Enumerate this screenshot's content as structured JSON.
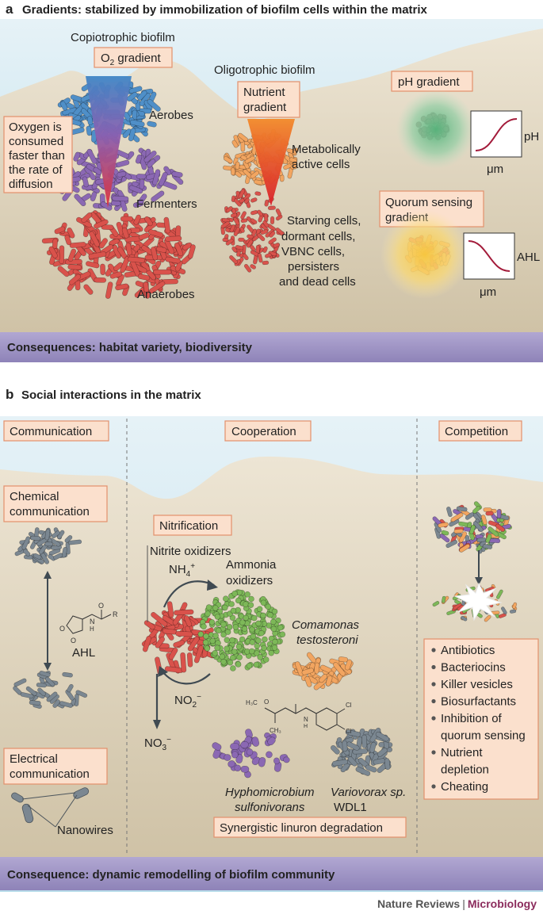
{
  "panel_a": {
    "letter": "a",
    "title": "Gradients: stabilized by immobilization of biofilm cells within the matrix",
    "copiotrophic": "Copiotrophic biofilm",
    "o2_gradient": {
      "main": "O",
      "sub": "2",
      "rest": " gradient"
    },
    "oligotrophic": "Oligotrophic biofilm",
    "nutrient_gradient": [
      "Nutrient",
      "gradient"
    ],
    "oxygen_box": [
      "Oxygen is",
      "consumed",
      "faster than",
      "the rate of",
      "diffusion"
    ],
    "aerobes": "Aerobes",
    "fermenters": "Fermenters",
    "anaerobes": "Anaerobes",
    "metabolically": [
      "Metabolically",
      "active cells"
    ],
    "starving": [
      "Starving cells,",
      "dormant cells,",
      "VBNC cells,",
      "persisters",
      "and dead cells"
    ],
    "ph_gradient": "pH gradient",
    "ph_axis_y": "pH",
    "ph_axis_x": "μm",
    "qs_gradient": [
      "Quorum sensing",
      "gradient"
    ],
    "ahl_axis_y": "AHL",
    "ahl_axis_x": "μm",
    "consequence": "Consequences: habitat variety, biodiversity"
  },
  "panel_b": {
    "letter": "b",
    "title": "Social interactions in the matrix",
    "communication": "Communication",
    "cooperation": "Cooperation",
    "competition": "Competition",
    "chemical_comm": [
      "Chemical",
      "communication"
    ],
    "ahl": "AHL",
    "electrical_comm": [
      "Electrical",
      "communication"
    ],
    "nanowires": "Nanowires",
    "nitrification": "Nitrification",
    "nitrite_oxidizers": "Nitrite oxidizers",
    "nh4": {
      "main": "NH",
      "sub": "4",
      "sup": "+"
    },
    "ammonia_oxidizers": [
      "Ammonia",
      "oxidizers"
    ],
    "no2": {
      "main": "NO",
      "sub": "2",
      "sup": "−"
    },
    "no3": {
      "main": "NO",
      "sub": "3",
      "sup": "−"
    },
    "comamonas": [
      "Comamonas",
      "testosteroni"
    ],
    "hyphomicrobium": [
      "Hyphomicrobium",
      "sulfonivorans"
    ],
    "variovorax": [
      "Variovorax sp.",
      "WDL1"
    ],
    "synergistic": "Synergistic linuron degradation",
    "chem_labels": {
      "h3c": "H₃C",
      "o": "O",
      "n": "N",
      "h": "H",
      "ch3": "CH₃",
      "cl1": "Cl",
      "cl2": "Cl",
      "ahl_o1": "O",
      "ahl_o2": "O",
      "ahl_n": "N",
      "ahl_h": "H",
      "ahl_r": "R",
      "ahl_o3": "O"
    },
    "competition_items": [
      "Antibiotics",
      "Bacteriocins",
      "Killer vesicles",
      "Biosurfactants",
      "Inhibition of",
      "quorum sensing",
      "Nutrient",
      "depletion",
      "Cheating"
    ],
    "consequence": "Consequence: dynamic remodelling of biofilm community"
  },
  "footer": {
    "brand": "Nature Reviews",
    "sep": "|",
    "subject": "Microbiology"
  },
  "colors": {
    "sky": "#cfe6f0",
    "biofilm": "#d7ccb2",
    "consequence_bar": "#9a8fc0",
    "box_fill": "#fbe0cd",
    "box_stroke": "#e3906c",
    "blue_cell": "#4f8fc8",
    "purple_cell": "#8b68b3",
    "red_cell": "#d9524b",
    "orange_cell": "#f2a560",
    "green_cell": "#7db858",
    "grey_cell": "#7b8791"
  }
}
